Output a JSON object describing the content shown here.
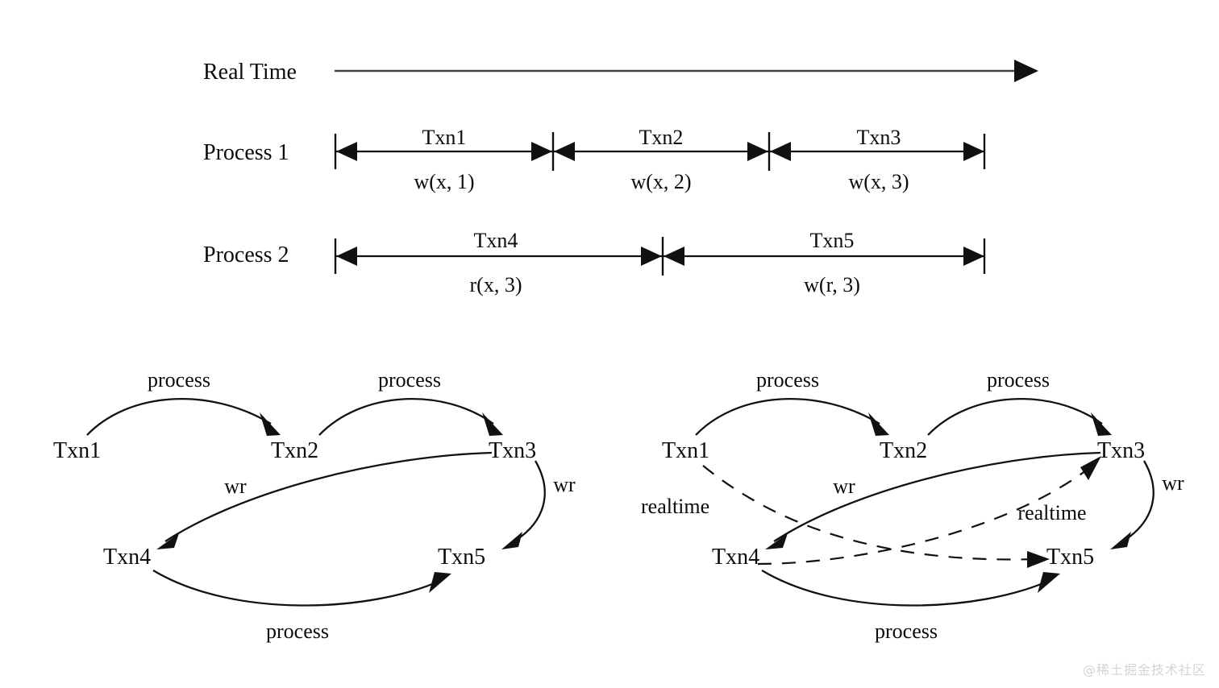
{
  "timeline": {
    "realtime_label": "Real Time",
    "rows": [
      {
        "title": "Process 1",
        "segments": [
          {
            "name": "Txn1",
            "op": "w(x, 1)"
          },
          {
            "name": "Txn2",
            "op": "w(x, 2)"
          },
          {
            "name": "Txn3",
            "op": "w(x, 3)"
          }
        ]
      },
      {
        "title": "Process 2",
        "segments": [
          {
            "name": "Txn4",
            "op": "r(x, 3)"
          },
          {
            "name": "Txn5",
            "op": "w(r, 3)"
          }
        ]
      }
    ]
  },
  "graphs": [
    {
      "id": "left-graph",
      "nodes": [
        {
          "id": "txn1",
          "label": "Txn1"
        },
        {
          "id": "txn2",
          "label": "Txn2"
        },
        {
          "id": "txn3",
          "label": "Txn3"
        },
        {
          "id": "txn4",
          "label": "Txn4"
        },
        {
          "id": "txn5",
          "label": "Txn5"
        }
      ],
      "edges": [
        {
          "from": "Txn1",
          "to": "Txn2",
          "label": "process",
          "style": "solid"
        },
        {
          "from": "Txn2",
          "to": "Txn3",
          "label": "process",
          "style": "solid"
        },
        {
          "from": "Txn3",
          "to": "Txn4",
          "label": "wr",
          "style": "solid"
        },
        {
          "from": "Txn3",
          "to": "Txn5",
          "label": "wr",
          "style": "solid"
        },
        {
          "from": "Txn4",
          "to": "Txn5",
          "label": "process",
          "style": "solid"
        }
      ]
    },
    {
      "id": "right-graph",
      "nodes": [
        {
          "id": "txn1",
          "label": "Txn1"
        },
        {
          "id": "txn2",
          "label": "Txn2"
        },
        {
          "id": "txn3",
          "label": "Txn3"
        },
        {
          "id": "txn4",
          "label": "Txn4"
        },
        {
          "id": "txn5",
          "label": "Txn5"
        }
      ],
      "edges": [
        {
          "from": "Txn1",
          "to": "Txn2",
          "label": "process",
          "style": "solid"
        },
        {
          "from": "Txn2",
          "to": "Txn3",
          "label": "process",
          "style": "solid"
        },
        {
          "from": "Txn3",
          "to": "Txn4",
          "label": "wr",
          "style": "solid"
        },
        {
          "from": "Txn3",
          "to": "Txn5",
          "label": "wr",
          "style": "solid"
        },
        {
          "from": "Txn4",
          "to": "Txn5",
          "label": "process",
          "style": "solid"
        },
        {
          "from": "Txn1",
          "to": "Txn5",
          "label": "realtime",
          "style": "dashed"
        },
        {
          "from": "Txn4",
          "to": "Txn3",
          "label": "realtime",
          "style": "dashed"
        }
      ]
    }
  ],
  "watermark": "@稀土掘金技术社区",
  "colors": {
    "ink": "#111111",
    "axis": "#444444",
    "watermark": "#d2d4d8",
    "background": "#ffffff"
  }
}
